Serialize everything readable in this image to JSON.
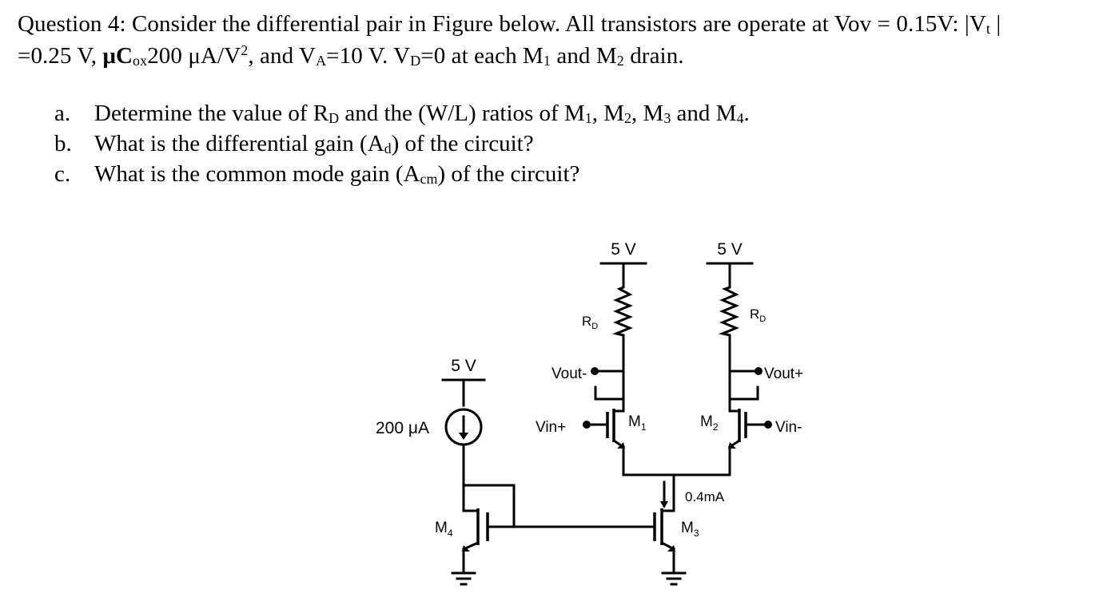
{
  "question": {
    "line1": {
      "prefix": "Question 4: Consider the differential pair in Figure below. All transistors are operate at Vov = 0.15V: |V",
      "sub": "t",
      "suffix": " |"
    },
    "line2": {
      "t1": "=0.25 V, ",
      "mu_c": "μC",
      "ox": "ox",
      "t2": "200 μA/V",
      "sq": "2",
      "t3": ", and V",
      "A": "A",
      "t4": "=10 V. V",
      "D": "D",
      "t5": "=0 at each  M",
      "one": "1",
      "t6": " and M",
      "two": "2",
      "t7": " drain."
    }
  },
  "parts": [
    {
      "label": "a.",
      "t1": "Determine the value of R",
      "D": "D",
      "t2": " and the (W/L)  ratios of M",
      "s1": "1",
      "t3": ", M",
      "s2": "2",
      "t4": ", M",
      "s3": "3",
      "t5": " and M",
      "s4": "4",
      "t6": "."
    },
    {
      "label": "b.",
      "t1": "What is the differential gain (A",
      "d": "d",
      "t2": ") of the circuit?"
    },
    {
      "label": "c.",
      "t1": "What is the common mode gain (A",
      "cm": "cm",
      "t2": ") of the circuit?"
    }
  ],
  "circuit": {
    "vdd_left": "5 V",
    "vdd_right": "5 V",
    "vdd_ref": "5 V",
    "rd_left": "R",
    "rd_left_sub": "D",
    "rd_right": "R",
    "rd_right_sub": "D",
    "vout_minus": "Vout-",
    "vout_plus": "Vout+",
    "vin_plus": "Vin+",
    "vin_minus": "Vin-",
    "m1": "M",
    "m1_sub": "1",
    "m2": "M",
    "m2_sub": "2",
    "m3": "M",
    "m3_sub": "3",
    "m4": "M",
    "m4_sub": "4",
    "iref": "200 μA",
    "itail": "0.4mA"
  }
}
